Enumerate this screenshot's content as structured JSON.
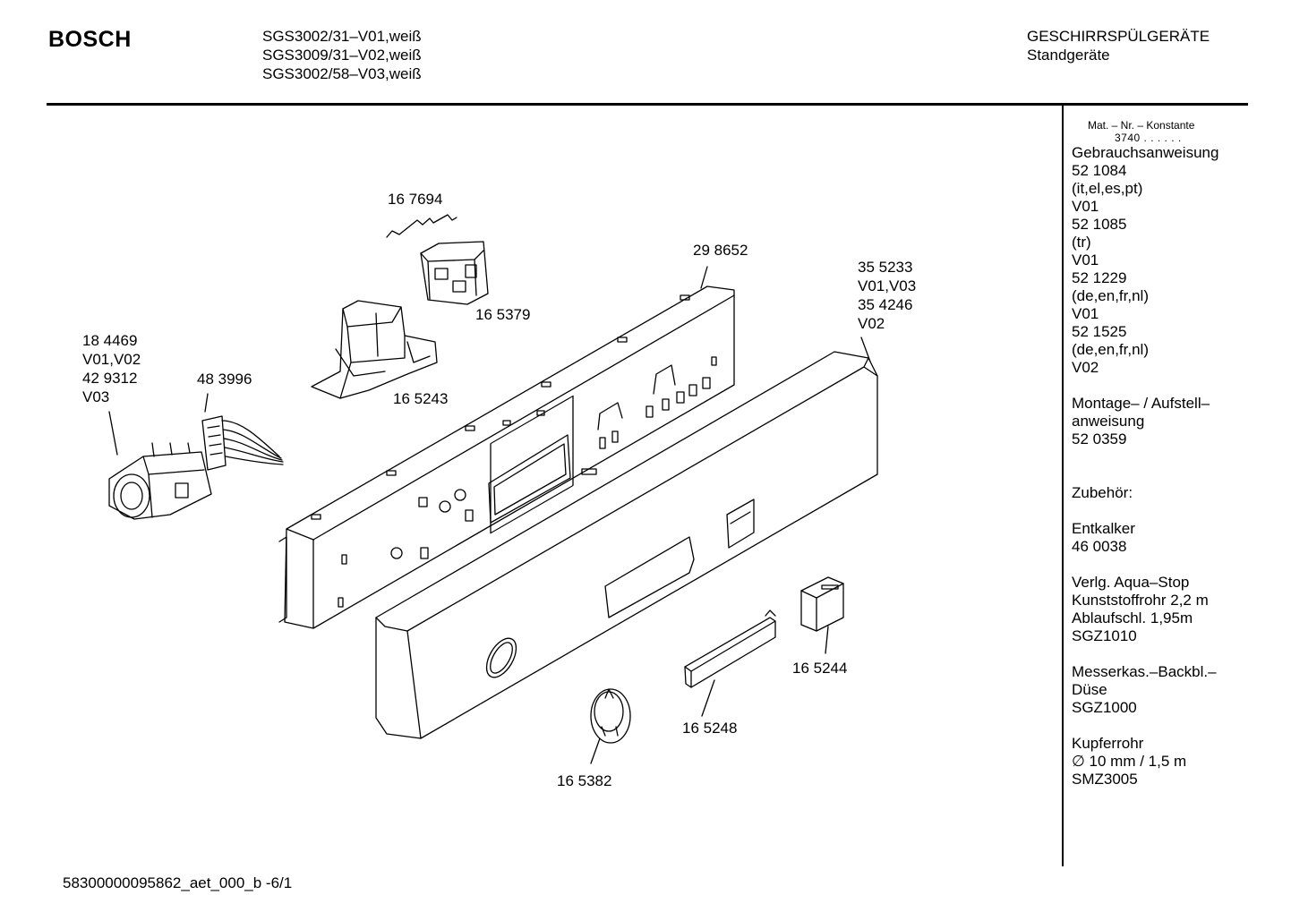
{
  "header": {
    "brand": "BOSCH",
    "models": [
      "SGS3002/31–V01,weiß",
      "SGS3009/31–V02,weiß",
      "SGS3002/58–V03,weiß"
    ],
    "category": "GESCHIRRSPÜLGERÄTE",
    "subcategory": "Standgeräte"
  },
  "parts": {
    "p1": [
      "16 7694"
    ],
    "p2": [
      "29 8652"
    ],
    "p3": [
      "16 5379"
    ],
    "p4": [
      "35 5233",
      "V01,V03",
      "35 4246",
      "V02"
    ],
    "p5": [
      "18 4469",
      "V01,V02",
      "42 9312",
      "V03"
    ],
    "p6": [
      "48 3996"
    ],
    "p7": [
      "16 5243"
    ],
    "p8": [
      "16 5244"
    ],
    "p9": [
      "16 5248"
    ],
    "p10": [
      "16 5382"
    ]
  },
  "sidebar": {
    "heading": "Mat. – Nr. – Konstante",
    "constant": "3740  .  .    .  .  .  .",
    "blocks": [
      [
        "Gebrauchsanweisung",
        "52 1084",
        "(it,el,es,pt)",
        "V01",
        "52 1085",
        "(tr)",
        "V01",
        "52 1229",
        "(de,en,fr,nl)",
        "V01",
        "52 1525",
        "(de,en,fr,nl)",
        "V02"
      ],
      [
        "Montage– / Aufstell–",
        "anweisung",
        "52 0359"
      ],
      [
        "Zubehör:"
      ],
      [
        "Entkalker",
        "46 0038"
      ],
      [
        "Verlg. Aqua–Stop",
        "Kunststoffrohr 2,2 m",
        "Ablaufschl. 1,95m",
        "SGZ1010"
      ],
      [
        "Messerkas.–Backbl.–",
        "Düse",
        "SGZ1000"
      ],
      [
        "Kupferrohr",
        "∅ 10 mm / 1,5 m",
        "SMZ3005"
      ]
    ]
  },
  "footer": {
    "doc_id": "58300000095862_aet_000_b  -6/1"
  }
}
